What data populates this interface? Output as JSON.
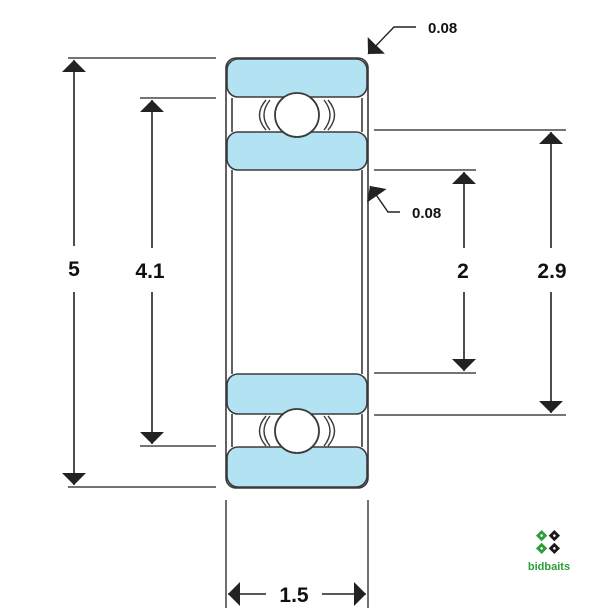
{
  "dimensions": {
    "outer_diameter": "5",
    "ball_pitch": "4.1",
    "inner_diameter": "2",
    "inner_ring_od": "2.9",
    "width": "1.5",
    "chamfer_outer": "0.08",
    "chamfer_inner": "0.08"
  },
  "brand": {
    "name": "bidbaits",
    "logo_icon": "dice-cluster-icon"
  },
  "colors": {
    "ring_fill": "#b3e2f2",
    "outline": "#3a3a3a",
    "brand_green": "#2e9e3a",
    "brand_dark": "#1a1a1a"
  }
}
